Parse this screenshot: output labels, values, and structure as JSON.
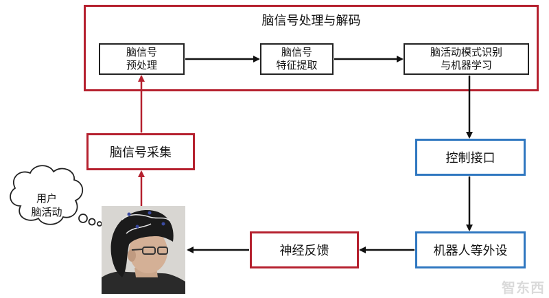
{
  "decode_module": {
    "title": "脑信号处理与解码",
    "steps": [
      {
        "line1": "脑信号",
        "line2": "预处理"
      },
      {
        "line1": "脑信号",
        "line2": "特征提取"
      },
      {
        "line1": "脑活动模式识别",
        "line2": "与机器学习"
      }
    ]
  },
  "acquisition_label": "脑信号采集",
  "interface_label": "控制接口",
  "device_label": "机器人等外设",
  "feedback_label": "神经反馈",
  "user_thought": {
    "line1": "用户",
    "line2": "脑活动"
  },
  "watermark": "智东西",
  "colors": {
    "red": "#b5202e",
    "blue": "#2f77c0",
    "arrow_black": "#111111"
  }
}
